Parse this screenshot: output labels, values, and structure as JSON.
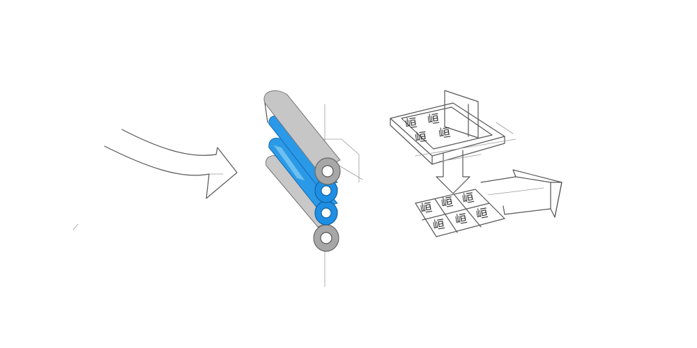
{
  "diagram": {
    "colors": {
      "background": "#ffffff",
      "roller_gray": "#b9b9b9",
      "roller_gray_dark": "#8f8f8f",
      "roller_blue": "#1e8fe3",
      "roller_blue_light": "#6cc0f2",
      "line": "#555555"
    },
    "mark_glyph": "峘",
    "tray_grid": [
      "峘",
      "峘",
      "峘",
      "峘"
    ],
    "output_grid": [
      "峘",
      "峘",
      "峘",
      "峘",
      "峘",
      "峘"
    ]
  }
}
